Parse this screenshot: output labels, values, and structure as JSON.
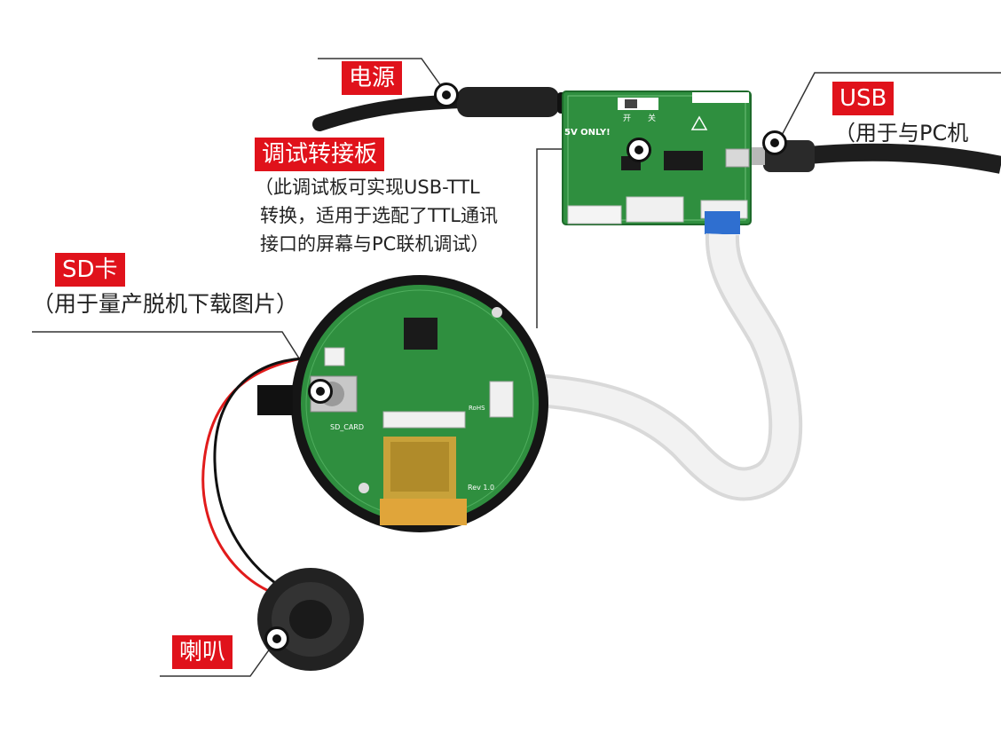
{
  "labels": {
    "power": {
      "title": "电源"
    },
    "usb": {
      "title": "USB",
      "desc": "（用于与PC机"
    },
    "debug_board": {
      "title": "调试转接板",
      "desc_lines": [
        "（此调试板可实现USB-TTL",
        "转换，适用于选配了TTL通讯",
        "接口的屏幕与PC联机调试）"
      ]
    },
    "sd_card": {
      "title": "SD卡",
      "desc": "（用于量产脱机下载图片）"
    },
    "speaker": {
      "title": "喇叭"
    }
  },
  "board_silkscreen": {
    "five_v_only": "5V ONLY!",
    "switch_on": "开",
    "switch_off": "关",
    "sd_card": "SD_CARD",
    "rev": "Rev 1.0",
    "rohs": "RoHS"
  },
  "colors": {
    "tag_background": "#e0121b",
    "pcb_green": "#2f8f3f",
    "ribbon": "#e6e6e6",
    "ribbon_tab": "#2f6fd0"
  }
}
